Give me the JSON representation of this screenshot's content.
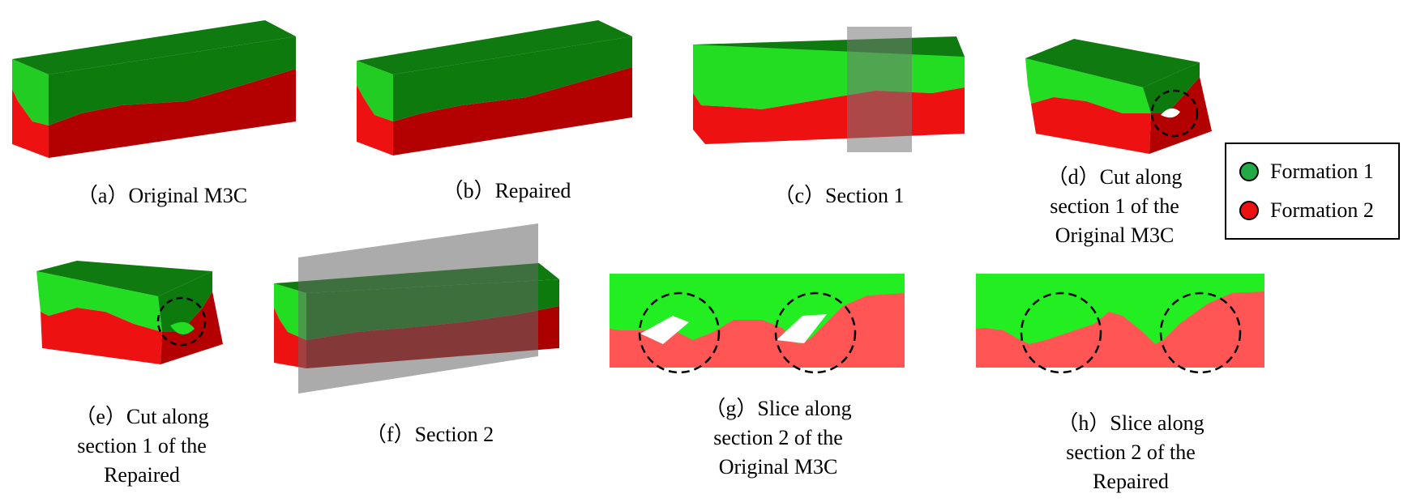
{
  "colors": {
    "formation_1": "#22cc22",
    "formation_1_top": "#0f7a0f",
    "formation_2": "#ee1111",
    "formation_2_side": "#bb0000",
    "formation_2_slice": "#ff5555",
    "section_plane": "#777777"
  },
  "legend": {
    "items": [
      {
        "label": "Formation 1",
        "color": "#22aa44"
      },
      {
        "label": "Formation 2",
        "color": "#ee1111"
      }
    ]
  },
  "panels": {
    "a": {
      "caption": [
        "（a）Original M3C"
      ]
    },
    "b": {
      "caption": [
        "（b）Repaired"
      ]
    },
    "c": {
      "caption": [
        "（c）Section 1"
      ]
    },
    "d": {
      "caption": [
        "（d）Cut along",
        "section 1 of the",
        "Original M3C"
      ]
    },
    "e": {
      "caption": [
        "（e）Cut along",
        "section 1 of the",
        "Repaired"
      ]
    },
    "f": {
      "caption": [
        "（f）Section 2"
      ]
    },
    "g": {
      "caption": [
        "（g）Slice along",
        "section 2 of the",
        "Original M3C"
      ]
    },
    "h": {
      "caption": [
        "（h）Slice along",
        "section 2 of the",
        "Repaired"
      ]
    }
  }
}
